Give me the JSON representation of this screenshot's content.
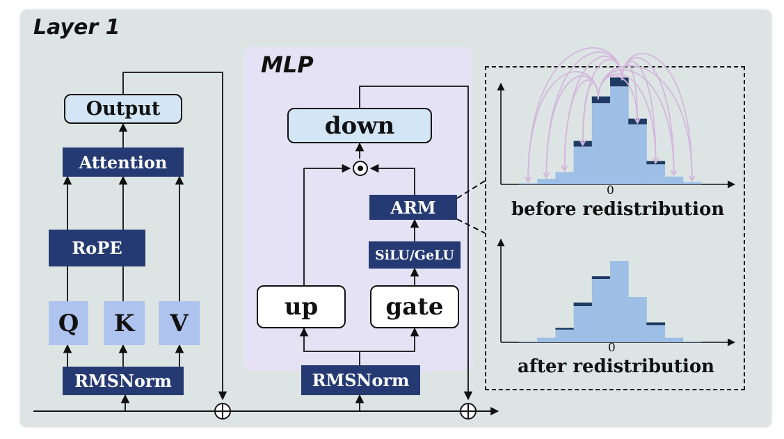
{
  "layer_title": "Layer 1",
  "mlp_title": "MLP",
  "attention_block": {
    "output": "Output",
    "attention": "Attention",
    "rope": "RoPE",
    "q": "Q",
    "k": "K",
    "v": "V",
    "rmsnorm": "RMSNorm"
  },
  "mlp_block": {
    "down": "down",
    "arm": "ARM",
    "activation": "SiLU/GeLU",
    "up": "up",
    "gate": "gate",
    "rmsnorm": "RMSNorm"
  },
  "inset": {
    "before_caption": "before redistribution",
    "after_caption": "after redistribution",
    "zero_tick": "0"
  },
  "chart_data": [
    {
      "type": "bar",
      "title": "",
      "xlabel": "before redistribution",
      "x_ticks": [
        "0"
      ],
      "series": [
        {
          "values": [
            0.01,
            0.05,
            0.11,
            0.34,
            0.73,
            0.88,
            0.54,
            0.18,
            0.07,
            0.02
          ]
        },
        {
          "values": [
            0.0,
            0.0,
            0.0,
            0.05,
            0.06,
            0.08,
            0.05,
            0.03,
            0.0,
            0.0
          ]
        }
      ],
      "colors": [
        "#9dbfe6",
        "#1f3b63",
        "#d4b6dd"
      ]
    },
    {
      "type": "bar",
      "title": "",
      "xlabel": "after redistribution",
      "x_ticks": [
        "0"
      ],
      "series": [
        {
          "values": [
            0.01,
            0.05,
            0.14,
            0.4,
            0.7,
            0.9,
            0.5,
            0.19,
            0.05,
            0.01
          ]
        },
        {
          "values": [
            0.0,
            0.0,
            0.02,
            0.04,
            0.03,
            0.0,
            0.0,
            0.03,
            0.0,
            0.0
          ]
        }
      ],
      "colors": [
        "#9dbfe6",
        "#1f3b63"
      ]
    }
  ]
}
